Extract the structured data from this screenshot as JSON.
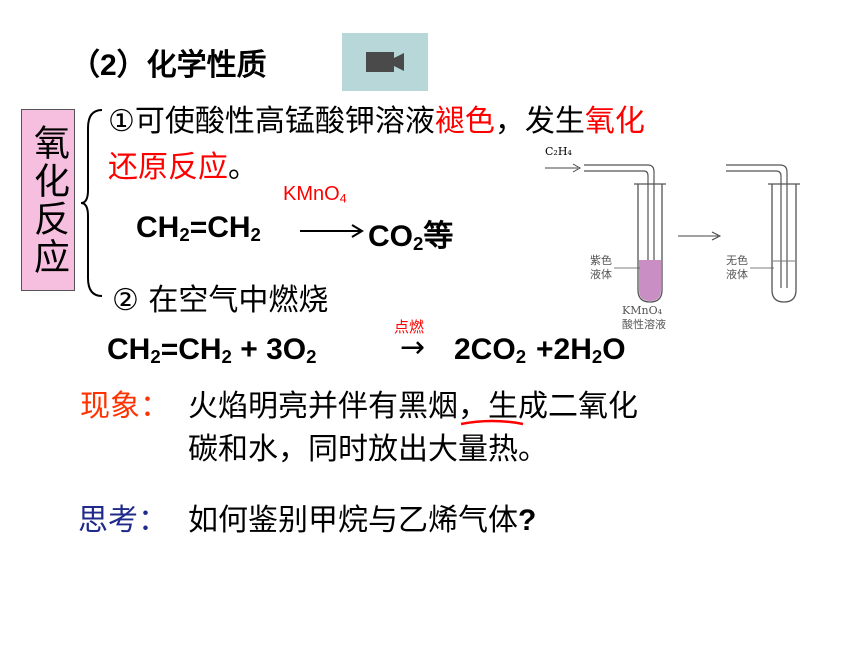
{
  "heading": "（2）化学性质",
  "side_label": "氧化反应",
  "item1": {
    "line1_start": "①可使酸性高锰酸钾溶液",
    "line1_red1": "褪色",
    "line1_mid": "，发生",
    "line1_red2": "氧化",
    "line2_red": "还原反应",
    "line2_end": "。"
  },
  "reaction1": {
    "reagent": "KMnO",
    "reagent_sub": "4",
    "left": "CH",
    "left_sub": "2",
    "left_eq": "=CH",
    "left_sub2": "2",
    "right": "CO",
    "right_sub": "2",
    "right_end": "等"
  },
  "item2": "② 在空气中燃烧",
  "reaction2": {
    "condition": "点燃",
    "lhs_a": "CH",
    "lhs_sub1": "2",
    "lhs_b": "=CH",
    "lhs_sub2": "2",
    "lhs_c": " + 3O",
    "lhs_sub3": "2",
    "arrow": "→",
    "rhs_a": "2CO",
    "rhs_sub1": "2",
    "rhs_b": "+2H",
    "rhs_sub2": "2",
    "rhs_c": "O"
  },
  "phenomenon": {
    "label": "现象：",
    "line1": "火焰明亮并伴有黑烟，生成二氧化",
    "line2": "碳和水，同时放出大量热。"
  },
  "question": {
    "label": "思考：",
    "text": "如何鉴别甲烷与乙烯气体",
    "mark": "?"
  },
  "figure": {
    "gas_label": "C₂H₄",
    "left_tube_label_1": "紫色",
    "left_tube_label_2": "液体",
    "reagent_label": "KMnO₄",
    "reagent_caption": "酸性溶液",
    "right_tube_label_1": "无色",
    "right_tube_label_2": "液体"
  },
  "colors": {
    "accent_red": "#ff0000",
    "phenomenon_label": "#ff3300",
    "question_label": "#1f2a8a",
    "side_box": "#f6bfe0",
    "video_button": "#b7d7d8",
    "solution_purple": "#c98fc4"
  },
  "icons": {
    "video_button": "video-camera-icon"
  }
}
